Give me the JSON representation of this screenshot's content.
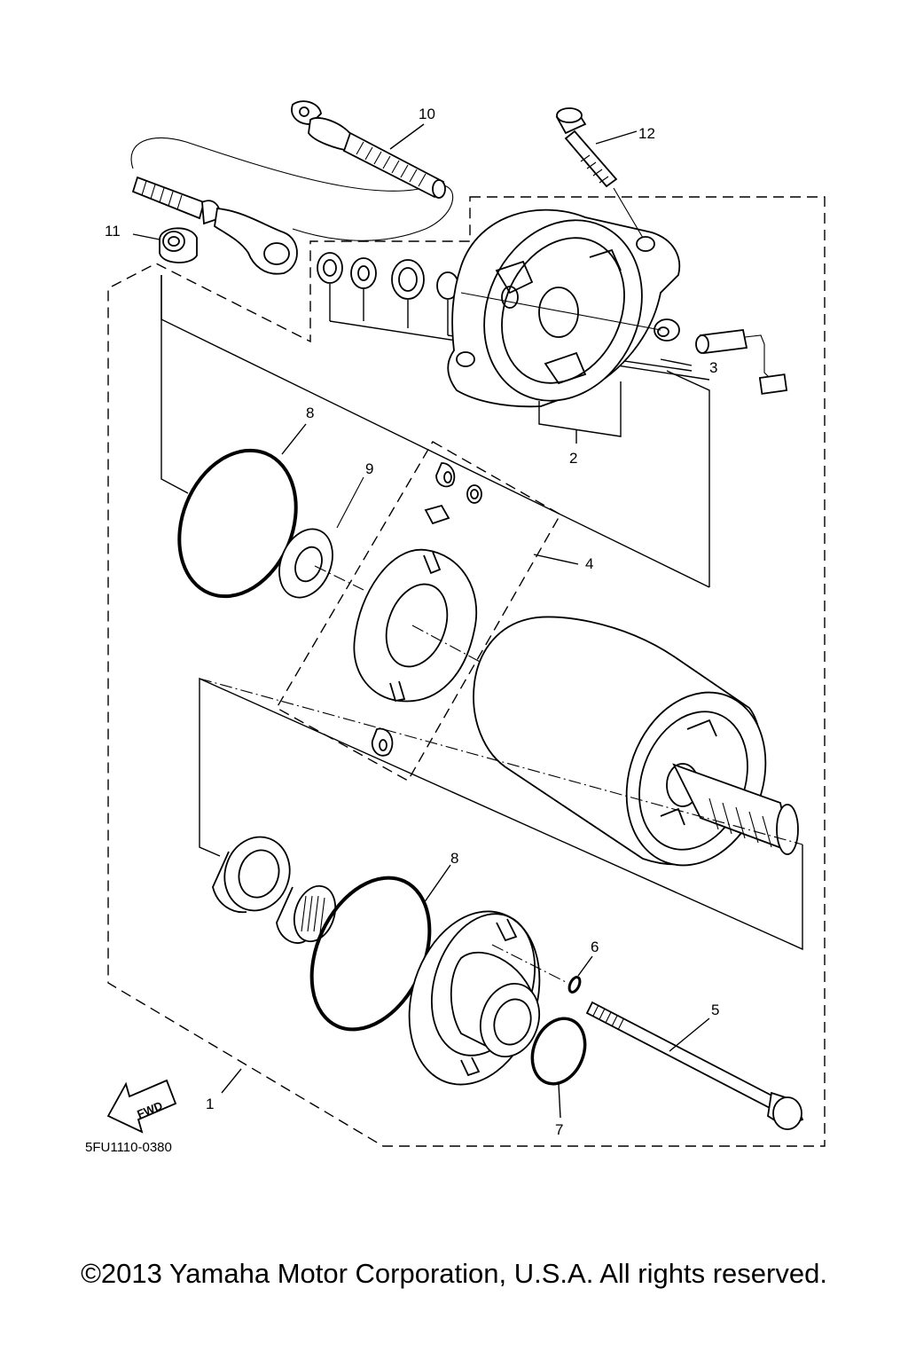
{
  "diagram": {
    "figure_code": "5FU1110-0380",
    "fwd_label": "FWD",
    "callouts": [
      {
        "id": "c1",
        "label": "1"
      },
      {
        "id": "c2",
        "label": "2"
      },
      {
        "id": "c3",
        "label": "3"
      },
      {
        "id": "c4",
        "label": "4"
      },
      {
        "id": "c5",
        "label": "5"
      },
      {
        "id": "c6",
        "label": "6"
      },
      {
        "id": "c7",
        "label": "7"
      },
      {
        "id": "c8a",
        "label": "8"
      },
      {
        "id": "c8b",
        "label": "8"
      },
      {
        "id": "c9",
        "label": "9"
      },
      {
        "id": "c10",
        "label": "10"
      },
      {
        "id": "c11",
        "label": "11"
      },
      {
        "id": "c12",
        "label": "12"
      }
    ]
  },
  "footer": {
    "copyright": "©2013 Yamaha Motor Corporation, U.S.A. All rights reserved."
  }
}
